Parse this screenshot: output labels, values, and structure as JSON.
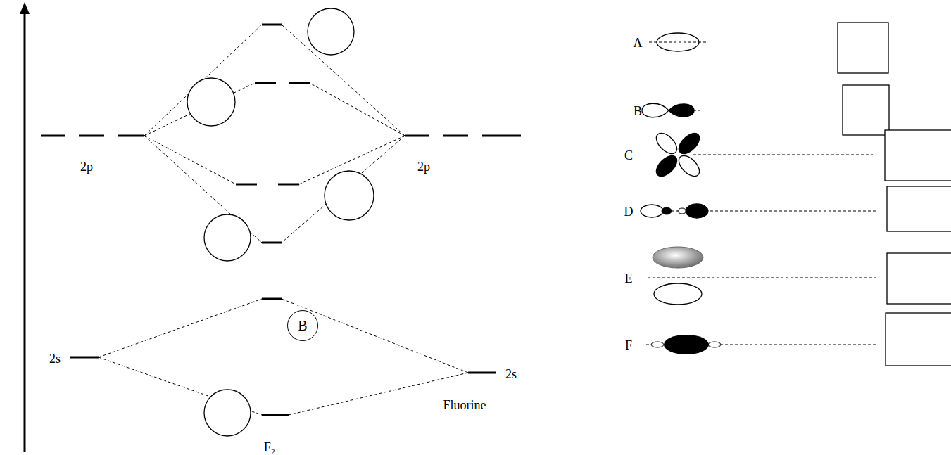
{
  "diagram": {
    "nodes": [
      {
        "text": [
          "B"
        ]
      }
    ],
    "labels": [
      "2p",
      "2p",
      "2s",
      "2s",
      "F₂",
      "Fluorine",
      "A",
      "B",
      "C",
      "D",
      "E",
      "F"
    ]
  }
}
